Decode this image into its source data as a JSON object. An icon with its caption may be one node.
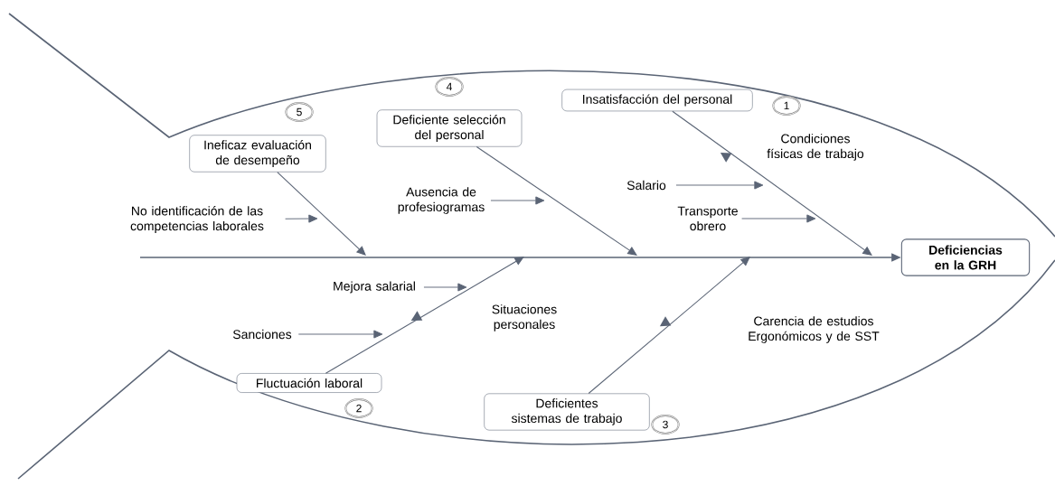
{
  "diagram": {
    "nodes": [
      {
        "text": [
          "Deficiencias en la GRH"
        ]
      },
      {
        "text": [
          "Insatisfacción del personal"
        ]
      },
      {
        "text": [
          "1"
        ]
      },
      {
        "text": [
          "Fluctuación laboral"
        ]
      },
      {
        "text": [
          "2"
        ]
      },
      {
        "text": [
          "Deficientes sistemas de trabajo"
        ]
      },
      {
        "text": [
          "3"
        ]
      },
      {
        "text": [
          "Deficiente selección del personal"
        ]
      },
      {
        "text": [
          "4"
        ]
      },
      {
        "text": [
          "Ineficaz evaluación de desempeño"
        ]
      },
      {
        "text": [
          "5"
        ]
      },
      {
        "text": [
          "No identificación de las competencias laborales"
        ]
      },
      {
        "text": [
          "Ausencia de profesiogramas"
        ]
      },
      {
        "text": [
          "Salario"
        ]
      },
      {
        "text": [
          "Transporte obrero"
        ]
      },
      {
        "text": [
          "Mejora salarial"
        ]
      },
      {
        "text": [
          "Sanciones"
        ]
      }
    ],
    "edges": [
      {
        "from": null,
        "to": 0,
        "arrow": "to"
      },
      {
        "from": 1,
        "to": null,
        "arrow": "to"
      },
      {
        "from": 3,
        "to": null,
        "arrow": "to"
      },
      {
        "from": 5,
        "to": null,
        "arrow": "to"
      },
      {
        "from": 7,
        "to": null,
        "arrow": "to"
      },
      {
        "from": 9,
        "to": null,
        "arrow": "to"
      },
      {
        "from": 11,
        "to": null,
        "arrow": "to"
      },
      {
        "from": 12,
        "to": null,
        "arrow": "to"
      },
      {
        "from": 13,
        "to": null,
        "arrow": "to"
      },
      {
        "from": 14,
        "to": null,
        "arrow": "to"
      },
      {
        "from": 15,
        "to": null,
        "arrow": "to"
      },
      {
        "from": 16,
        "to": null,
        "arrow": "to"
      }
    ],
    "labels": [
      "Condiciones físicas de trabajo",
      "Situaciones personales",
      "Carencia de estudios Ergonómicos y de SST"
    ]
  }
}
